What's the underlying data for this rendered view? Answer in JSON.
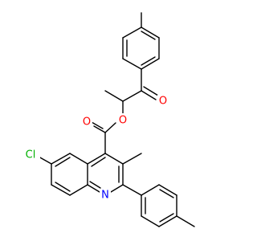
{
  "molecule": {
    "colors": {
      "bond": "#000000",
      "carbon": "#000000",
      "oxygen": "#ff0000",
      "nitrogen": "#0000ff",
      "chlorine": "#00b000",
      "background": "#ffffff"
    },
    "atom_labels": {
      "o_ketone": "O",
      "o_ester_carbonyl": "O",
      "o_ester_link": "O",
      "n_ring": "N",
      "cl": "Cl"
    }
  }
}
